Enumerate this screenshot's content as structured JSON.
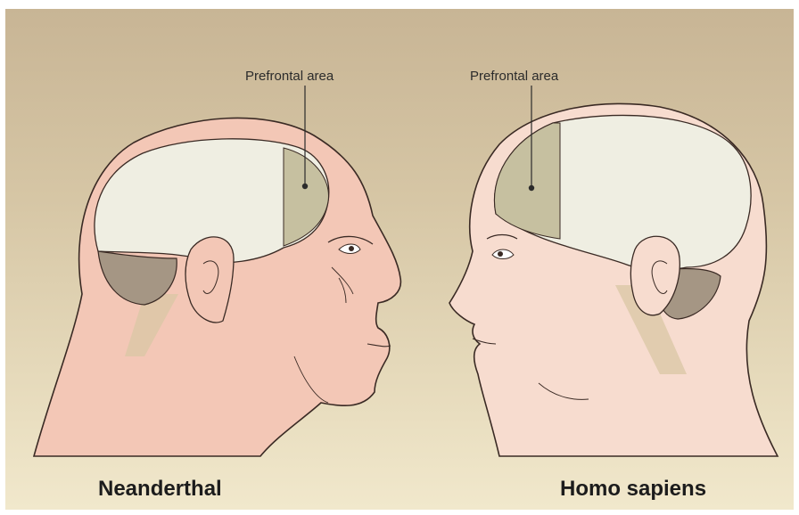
{
  "labels": {
    "prefrontal_left": "Prefrontal area",
    "prefrontal_right": "Prefrontal area",
    "species_left": "Neanderthal",
    "species_right": "Homo sapiens"
  },
  "colors": {
    "background_top": "#c8b595",
    "background_bottom": "#f1e8cc",
    "neanderthal_skin": "#f3c7b6",
    "sapiens_skin": "#f7dccf",
    "cerebrum": "#efeee2",
    "prefrontal_area": "#c6c0a0",
    "cerebellum": "#a59684",
    "outline": "#3a2a24"
  }
}
